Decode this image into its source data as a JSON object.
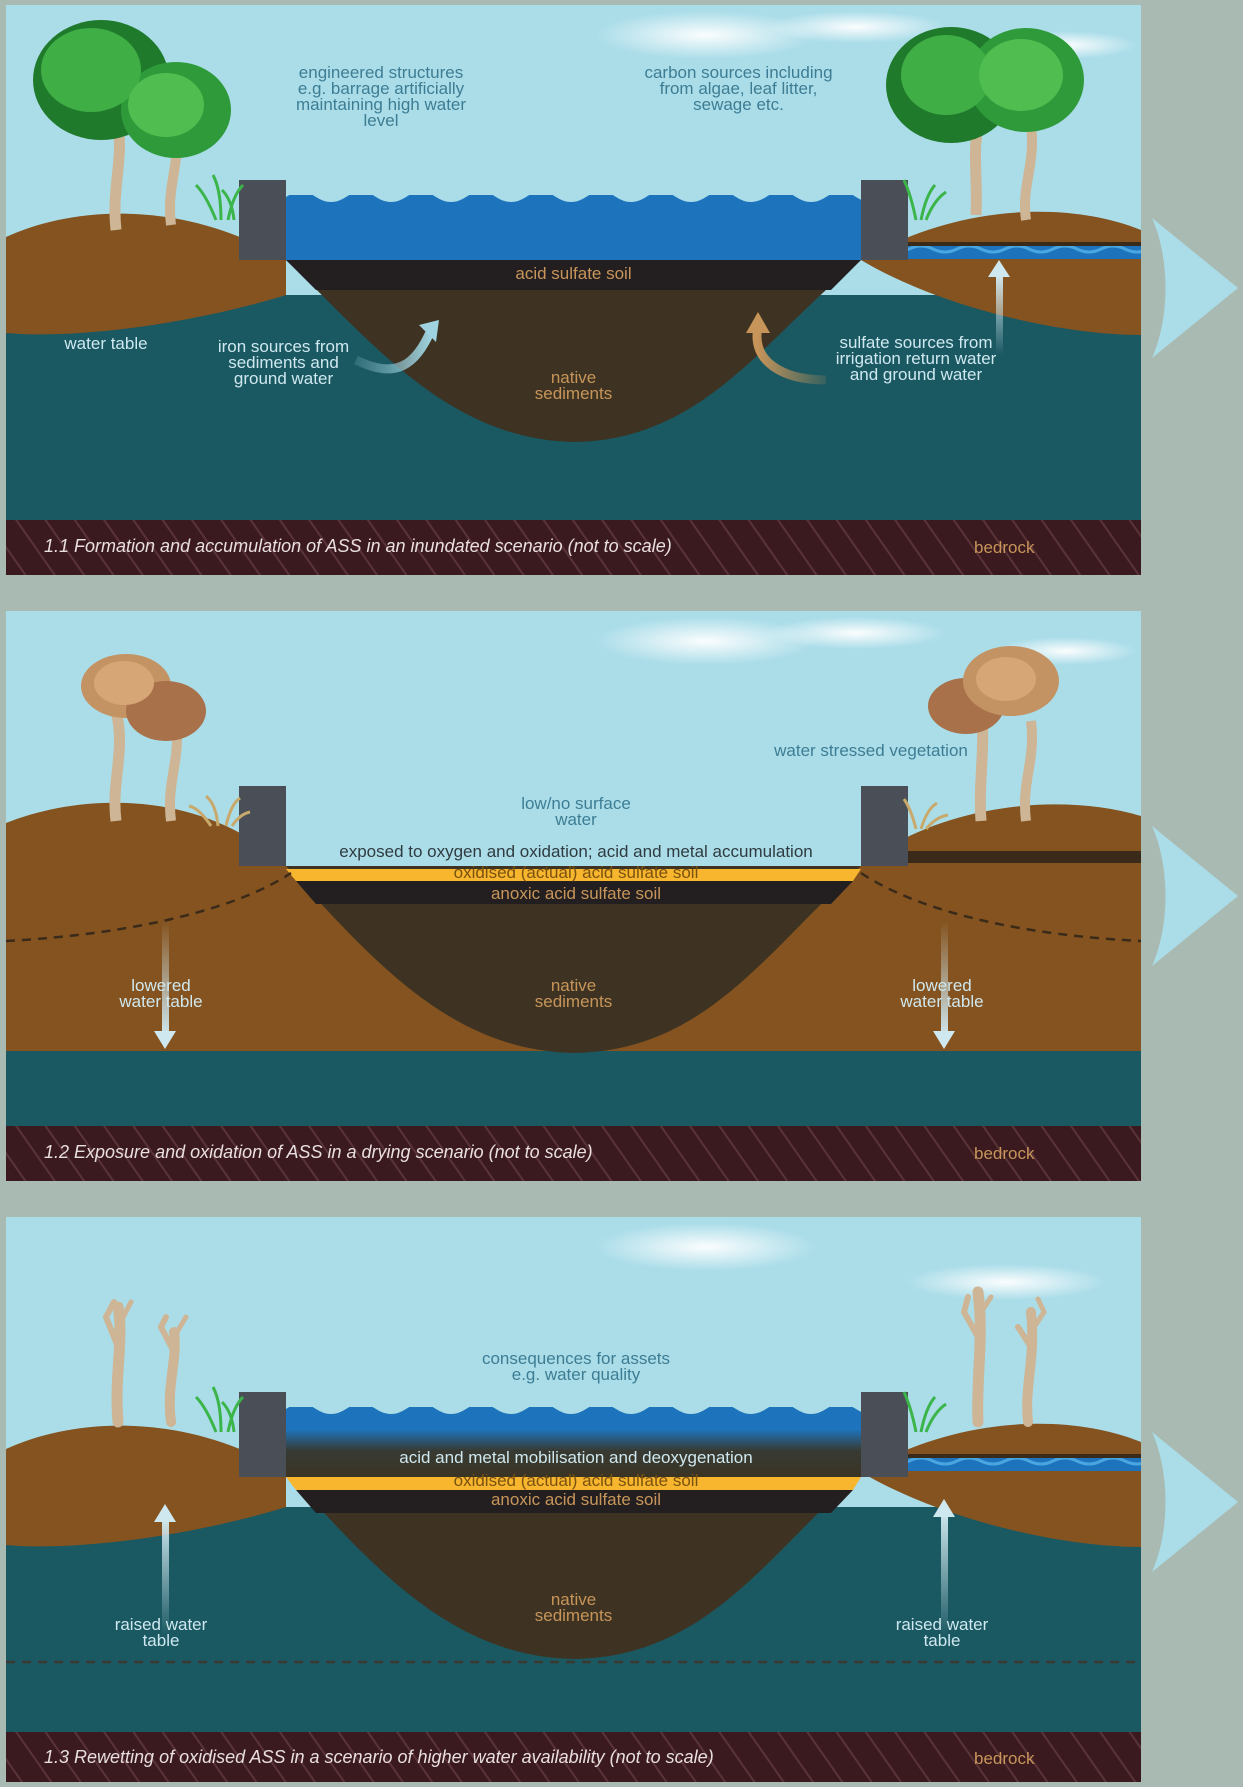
{
  "panel1": {
    "caption": "1.1 Formation and accumulation of ASS in an inundated scenario (not to scale)",
    "bedrock": "bedrock",
    "labels": {
      "engineered": "engineered structures\ne.g. barrage artificially\nmaintaining high water\nlevel",
      "carbon": "carbon sources including\nfrom algae, leaf litter,\nsewage etc.",
      "acid_soil": "acid sulfate soil",
      "water_table": "water table",
      "iron": "iron sources from\nsediments and\nground water",
      "native": "native\nsediments",
      "sulfate": "sulfate sources from\nirrigation return water\nand ground water"
    }
  },
  "panel2": {
    "caption": "1.2 Exposure and oxidation of ASS in a drying scenario (not to scale)",
    "bedrock": "bedrock",
    "labels": {
      "stressed": "water stressed vegetation",
      "low_water": "low/no surface\nwater",
      "exposed": "exposed to oxygen and oxidation; acid and metal accumulation",
      "oxidised": "oxidised (actual) acid sulfate soil",
      "anoxic": "anoxic acid sulfate soil",
      "lowered_left": "lowered\nwater table",
      "lowered_right": "lowered\nwater table",
      "native": "native\nsediments"
    }
  },
  "panel3": {
    "caption": "1.3 Rewetting of oxidised ASS in a scenario of higher water availability (not to scale)",
    "bedrock": "bedrock",
    "labels": {
      "consequences": "consequences for assets\ne.g. water quality",
      "mobilisation": "acid and metal mobilisation and deoxygenation",
      "oxidised": "oxidised (actual) acid sulfate soil",
      "anoxic": "anoxic acid sulfate soil",
      "raised_left": "raised water\ntable",
      "raised_right": "raised water\ntable",
      "native": "native\nsediments"
    }
  },
  "colors": {
    "sky": "#abdde9",
    "water": "#1d74bd",
    "groundwater": "#1a5862",
    "soil": "#84531f",
    "sediment": "#3e3322",
    "acid_layer": "#231f20",
    "oxidised_layer": "#f8b52e",
    "bedrock": "#3a1a1f",
    "structure": "#4a4f57"
  }
}
